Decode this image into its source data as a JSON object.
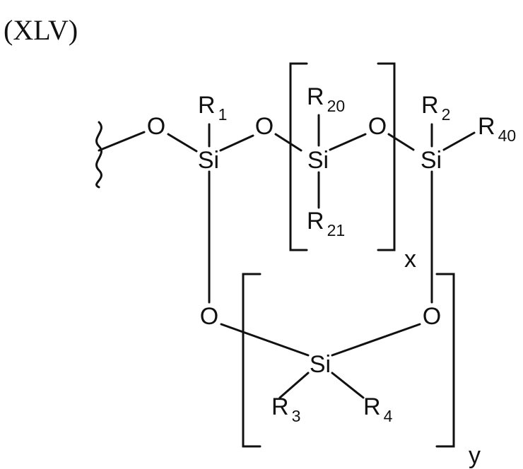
{
  "compound_label": "(XLV)",
  "atoms": {
    "o1": "O",
    "si1": "Si",
    "r1_letter": "R",
    "r1_sub": "1",
    "o2": "O",
    "si2": "Si",
    "r20_letter": "R",
    "r20_sub": "20",
    "r21_letter": "R",
    "r21_sub": "21",
    "o3": "O",
    "si3": "Si",
    "r2_letter": "R",
    "r2_sub": "2",
    "r40_letter": "R",
    "r40_sub": "40",
    "o4": "O",
    "o5": "O",
    "si4": "Si",
    "r3_letter": "R",
    "r3_sub": "3",
    "r4_letter": "R",
    "r4_sub": "4"
  },
  "repeat_indices": {
    "x": "x",
    "y": "y"
  }
}
